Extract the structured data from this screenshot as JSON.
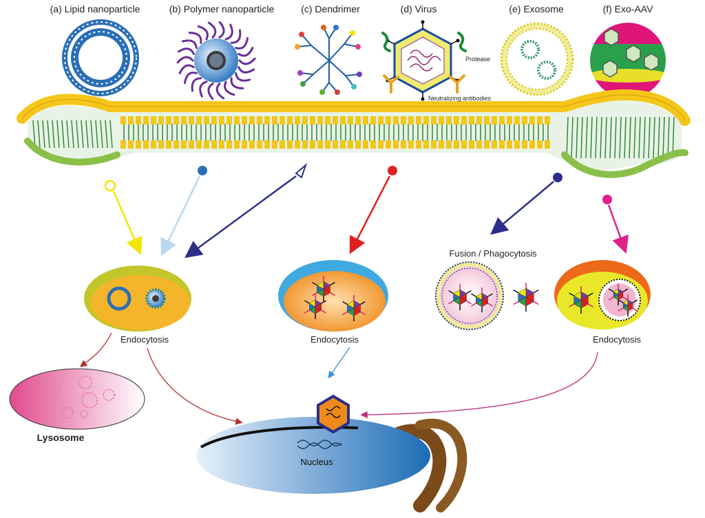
{
  "titles": {
    "a": "(a) Lipid nanoparticle",
    "b": "(b) Polymer nanoparticle",
    "c": "(c) Dendrimer",
    "d": "(d) Virus",
    "e": "(e) Exosome",
    "f": "(f) Exo-AAV"
  },
  "virus_annotations": {
    "protease": "Protease",
    "antibodies": "Neutralizing antibodies"
  },
  "pathways": {
    "endocytosis_left": "Endocytosis",
    "endocytosis_mid": "Endocytosis",
    "endocytosis_right": "Endocytosis",
    "fusion": "Fusion / Phagocytosis",
    "lysosome": "Lysosome",
    "nucleus": "Nucleus"
  },
  "colors": {
    "arrow_yellow": "#f2e600",
    "arrow_lightblue": "#8fbfe0",
    "arrow_navy": "#2b2f8a",
    "arrow_red": "#e02020",
    "arrow_magenta": "#e0208c",
    "arrow_darkred": "#b03030",
    "membrane_head": "#f4c61a",
    "membrane_tail": "#2e8b3a",
    "lipid_blue": "#2a6fb5",
    "polymer_purple": "#6a2c9a",
    "exo_aav_pink": "#e0157a",
    "exo_aav_green": "#2aa04a"
  }
}
